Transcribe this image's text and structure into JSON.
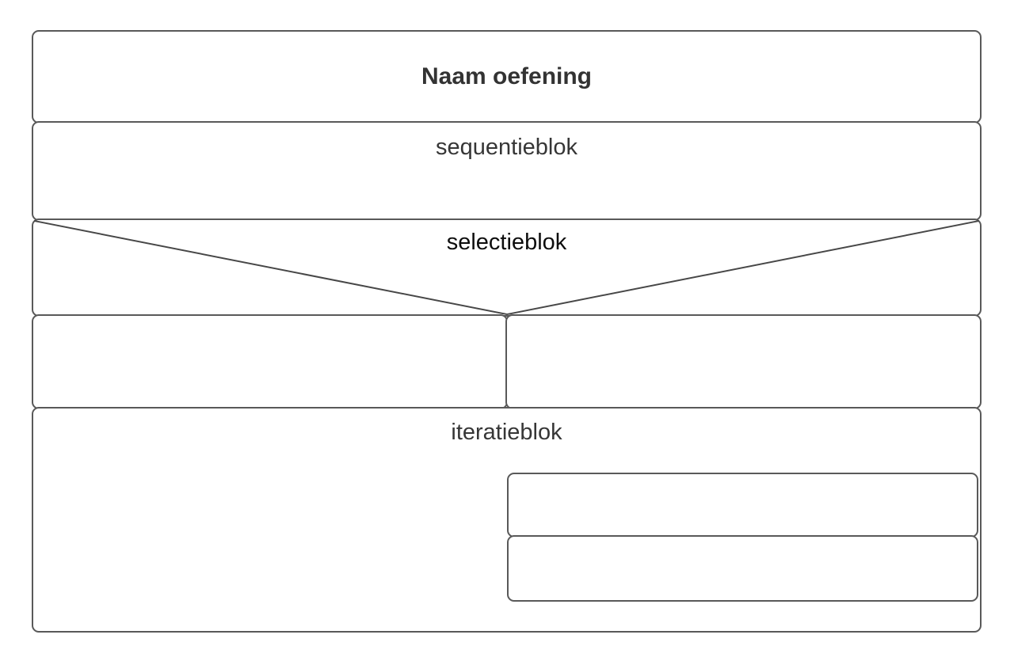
{
  "diagram": {
    "title": "Naam oefening",
    "blocks": {
      "sequence": {
        "label": "sequentieblok"
      },
      "selection": {
        "label": "selectieblok"
      },
      "iteration": {
        "label": "iteratieblok"
      }
    },
    "colors": {
      "border": "#595959",
      "diagonal": "#474747",
      "background": "#ffffff",
      "title_text": "#333333",
      "label_text": "#363636",
      "selection_text": "#0d0d0d"
    }
  }
}
